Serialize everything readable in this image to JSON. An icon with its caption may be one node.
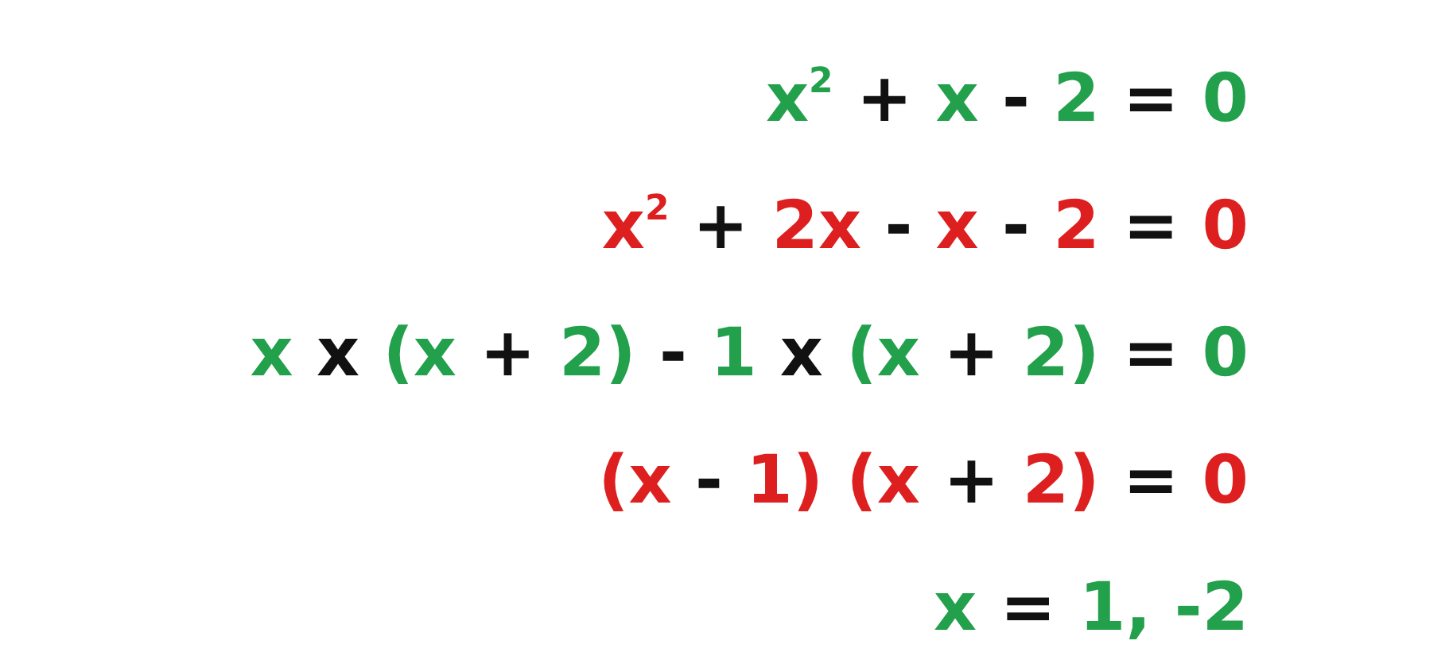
{
  "diagram": {
    "labels": [
      "x$^{2}$ + x - 2 = 0",
      "x$^{2}$ + 2x - x - 2 = 0",
      "x x (x + 2) - 1 x (x + 2) = 0",
      "(x - 1) (x + 2) = 0",
      "x = 1, -2"
    ]
  }
}
